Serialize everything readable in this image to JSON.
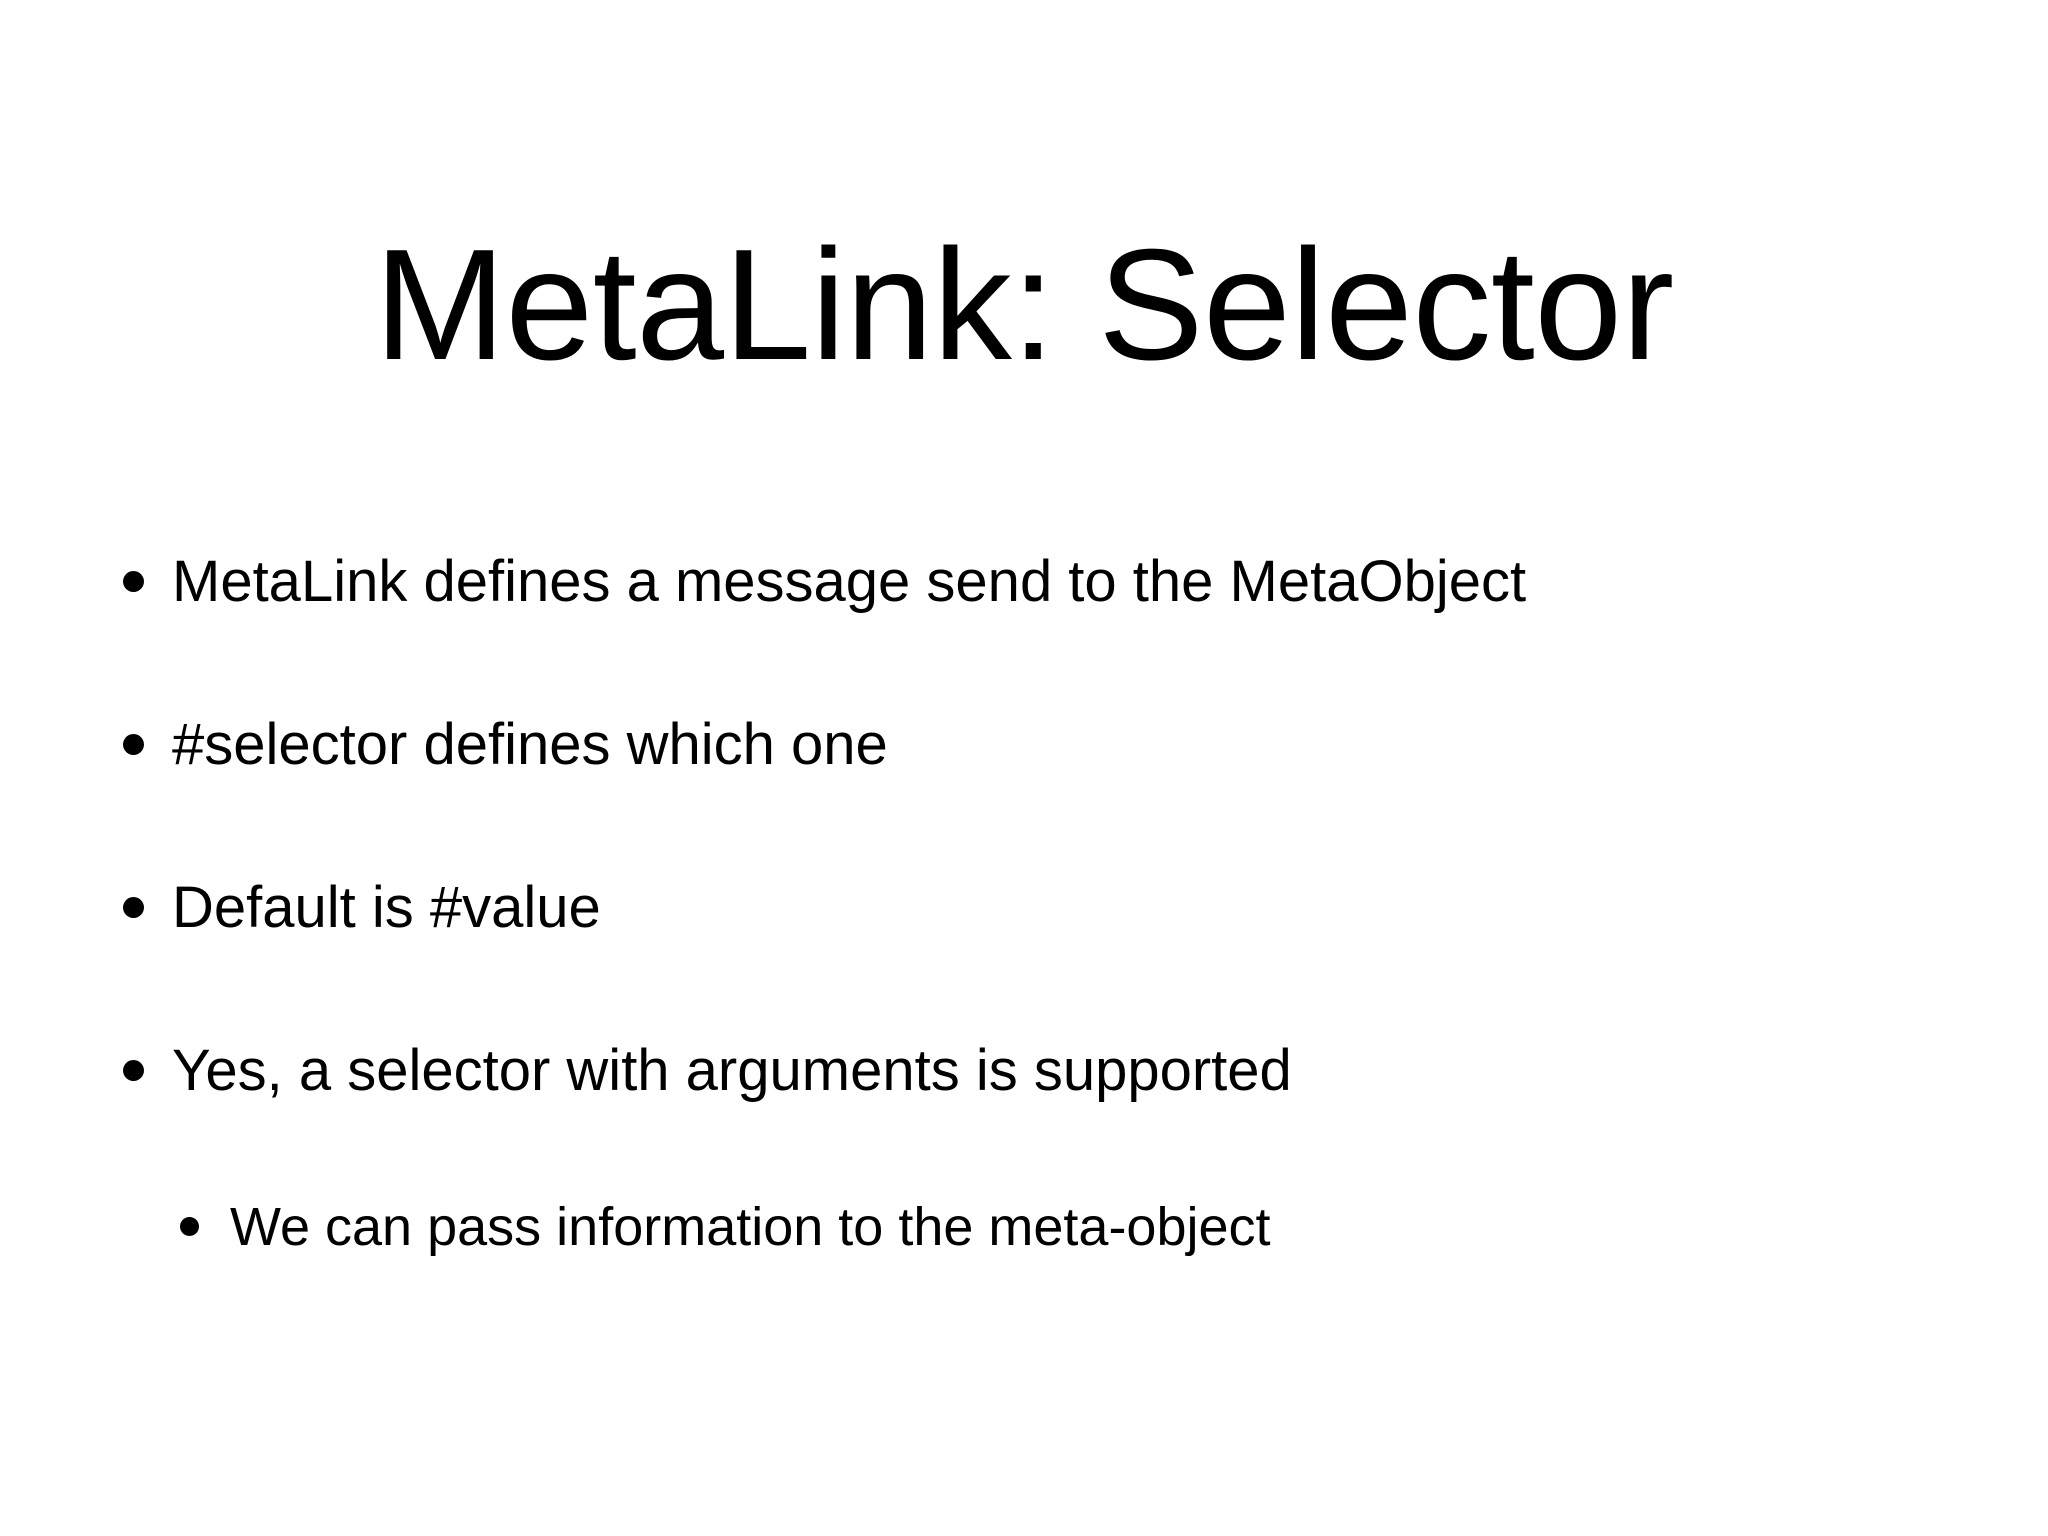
{
  "slide": {
    "title": "MetaLink: Selector",
    "background_color": "#ffffff",
    "text_color": "#000000",
    "bullets": [
      {
        "level": 1,
        "marker": "bullet-dot",
        "text": "MetaLink defines a message send to the MetaObject"
      },
      {
        "level": 1,
        "marker": "bullet-dot",
        "text": "#selector defines which one"
      },
      {
        "level": 1,
        "marker": "bullet-dot",
        "text": "Default is #value"
      },
      {
        "level": 1,
        "marker": "bullet-dot",
        "text": "Yes, a selector with arguments is supported"
      },
      {
        "level": 2,
        "marker": "bullet-dot",
        "text": "We can pass information to the meta-object"
      }
    ]
  }
}
